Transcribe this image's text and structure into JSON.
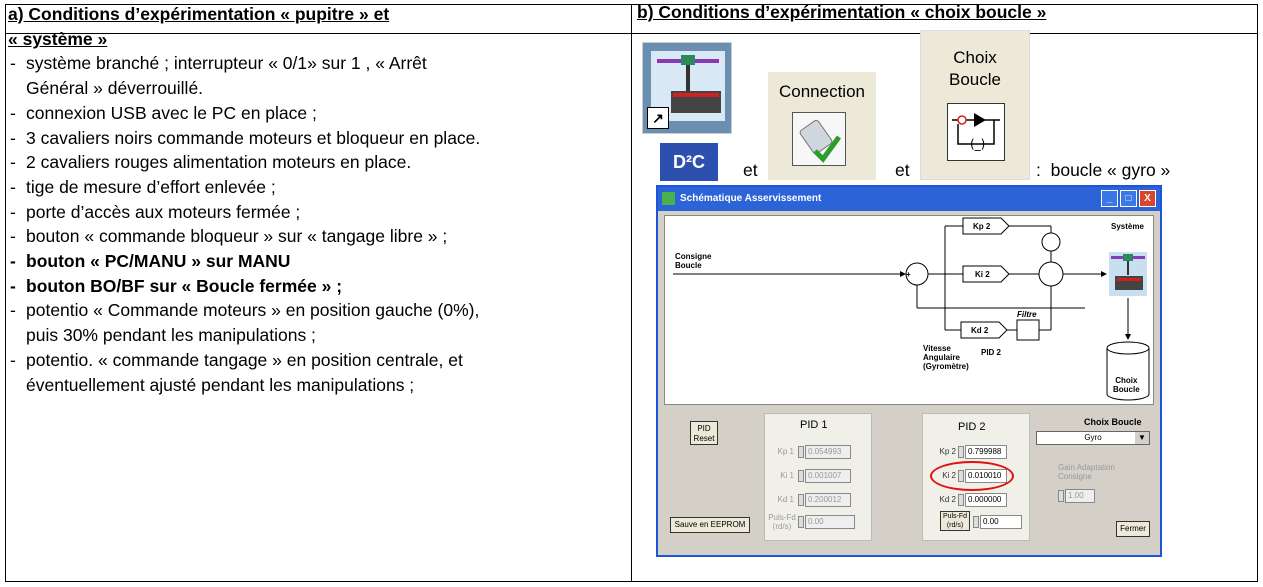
{
  "left": {
    "heading1": "a) Conditions d’expérimentation « pupitre » et",
    "heading2": "« système »",
    "items": [
      {
        "line1": "système branché ; interrupteur « 0/1» sur 1 , « Arrêt",
        "line2": "Général » déverrouillé."
      },
      {
        "line1": "connexion USB avec le PC en place ;"
      },
      {
        "line1": "3 cavaliers noirs commande moteurs et bloqueur en place."
      },
      {
        "line1": "2 cavaliers rouges alimentation moteurs en place."
      },
      {
        "line1": "tige de mesure d’effort enlevée ;"
      },
      {
        "line1": "porte d’accès aux moteurs fermée ;"
      },
      {
        "line1": "bouton « commande bloqueur » sur « tangage libre » ;"
      },
      {
        "line1": "bouton « PC/MANU » sur MANU"
      },
      {
        "line1": "bouton BO/BF sur « Boucle fermée » ;"
      },
      {
        "line1": "potentio « Commande moteurs » en position gauche (0%),",
        "line2": "puis 30% pendant les manipulations ;"
      },
      {
        "line1": "potentio. « commande tangage » en position centrale, et",
        "line2": "éventuellement ajusté pendant les manipulations ;"
      }
    ]
  },
  "right": {
    "heading": "b) Conditions d’expérimentation « choix boucle »",
    "d2c_label": "D²C",
    "et1": "et",
    "et2": "et",
    "connection_label": "Connection",
    "choix_line1": "Choix",
    "choix_line2": "Boucle",
    "colon": ":",
    "gyro_text": "boucle « gyro »"
  },
  "window": {
    "title": "Schématique Asservissement",
    "min": "_",
    "max": "□",
    "close": "X",
    "schema": {
      "systeme": "Système",
      "consigne1": "Consigne",
      "consigne2": "Boucle",
      "kp2": "Kp 2",
      "ki2": "Ki 2",
      "kd2": "Kd 2",
      "filtre": "Filtre",
      "pid2": "PID 2",
      "vitesse1": "Vitesse",
      "vitesse2": "Angulaire",
      "vitesse3": "(Gyromètre)",
      "choix1": "Choix",
      "choix2": "Boucle",
      "plus": "+",
      "minus": "-"
    },
    "panel": {
      "pid_reset1": "PID",
      "pid_reset2": "Reset",
      "sauve": "Sauve en EEPROM",
      "pid1_title": "PID 1",
      "kp1_label": "Kp 1",
      "kp1_value": "0.054993",
      "ki1_label": "Ki 1",
      "ki1_value": "0.001007",
      "kd1_label": "Kd 1",
      "kd1_value": "0.200012",
      "pulsfd1_label1": "Puls-Fd",
      "pulsfd1_label2": "(rd/s)",
      "pulsfd1_value": "0.00",
      "pid2_title": "PID 2",
      "kp2_label": "Kp 2",
      "kp2_value": "0.799988",
      "ki2_label": "Ki 2",
      "ki2_value": "0.010010",
      "kd2_label": "Kd 2",
      "kd2_value": "0.000000",
      "pulsfd2_label1": "Puls-Fd",
      "pulsfd2_label2": "(rd/s)",
      "pulsfd2_value": "0.00",
      "choix_title": "Choix Boucle",
      "choix_value": "Gyro",
      "gain1": "Gain Adaptation",
      "gain2": "Consigne",
      "gain_value": "1.00",
      "fermer": "Fermer"
    }
  }
}
